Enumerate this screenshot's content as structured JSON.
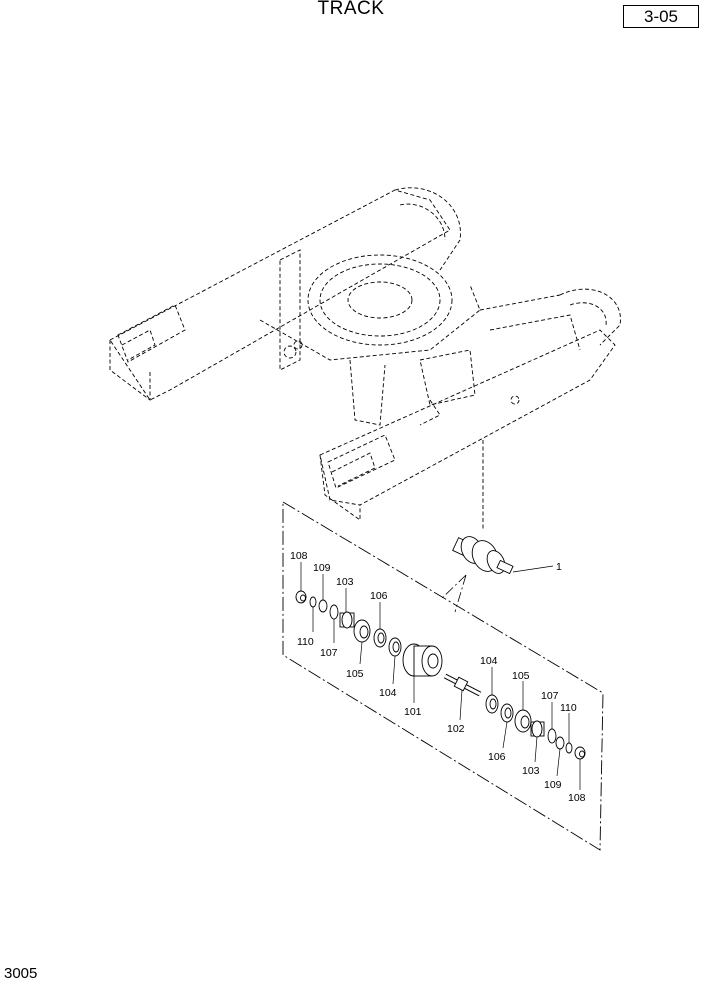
{
  "header": {
    "title": "TRACK",
    "page_ref": "3-05"
  },
  "footer": {
    "figure_code": "3005"
  },
  "diagram": {
    "assembly_callout": "1",
    "part_labels": [
      "108",
      "109",
      "103",
      "106",
      "110",
      "107",
      "105",
      "104",
      "101",
      "102",
      "104",
      "105",
      "107",
      "110",
      "106",
      "103",
      "109",
      "108"
    ]
  }
}
